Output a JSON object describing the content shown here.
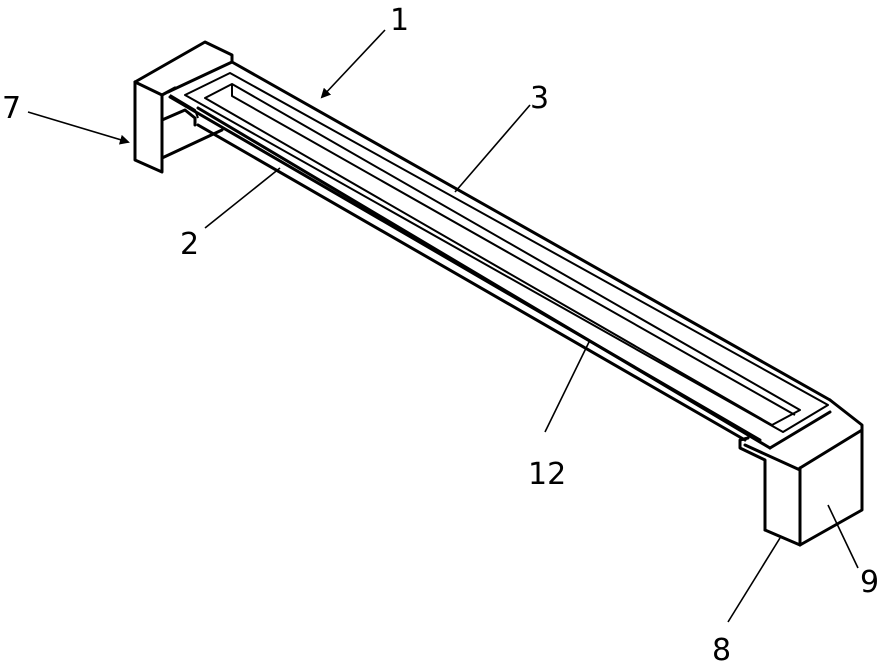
{
  "figure": {
    "reference_numerals": {
      "n1": "1",
      "n2": "2",
      "n3": "3",
      "n7": "7",
      "n8": "8",
      "n9": "9",
      "n12": "12"
    }
  }
}
